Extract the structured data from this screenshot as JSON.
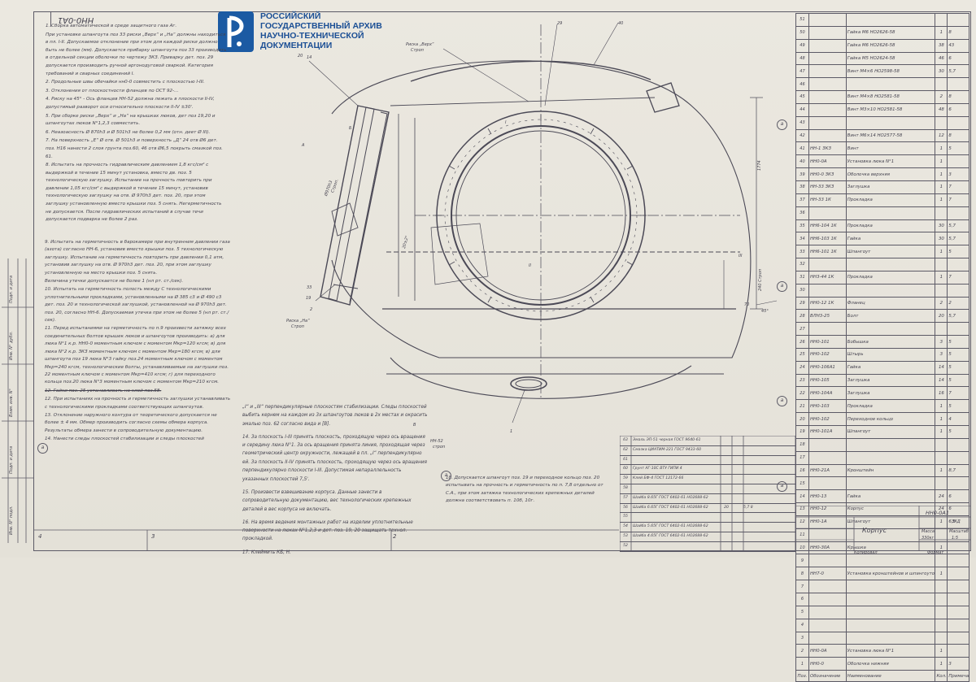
{
  "doc_number": "НН0-0А1",
  "doc_number_top": "НН0-0А1",
  "logo": {
    "lines": [
      "РОССИЙСКИЙ",
      "ГОСУДАРСТВЕННЫЙ АРХИВ",
      "НАУЧНО-ТЕХНИЧЕСКОЙ",
      "ДОКУМЕНТАЦИИ"
    ]
  },
  "notes_top": [
    "1. Сборка автоматической в среде защитного газа Аг.",
    "При установке шпангоута поз 33 риски „Верх“ и „На“ должны находиться в пл. I-II. Допускаемое отклонение при этом для каждой риски должно быть не более (мм). Допускается прибарку шпангоута поз 33 производить в отдельной секции оболочки по чертежу ЗКЗ. Приварку дет. поз. 29 допускается производить ручной аргонодуговой сваркой. Категория требований и сварных соединений I.",
    "2. Продольные швы обечайки нн0-0 совместить с плоскостью I-III.",
    "3. Отклонения от плоскостности фланцев по ОСТ 92-...",
    "4. Риску на 45° - Ось фланцев НН-52 должна лежать в плоскости II-IV, допустимый разворот оси относительно плоскости II-IV ±30'.",
    "5. При сборке риски „Верх“ и „На“ на крышках люков, дет поз 19,20 и шпангоутах люков N°1,2,3 совместить.",
    "6. Неазоасность Ø 870h3 и Ø 501h3 не более 0,2 мм (отн. деет Ø III).",
    "7. На поверхность „Е“ Ø отв. Ø 501h3 и поверхность „Д“ 24 отв Ø6 дет. поз. Н16 нанести 2 слоя грунта поз.60, 46 отв Ø6,5 покрыть смазкой поз. 61.",
    "8. Испытать на прочность гидравлическим давлением 1,8 кгс/см² с выдержкой в течение 15 минут установка, вместо дв. поз. 5 технологическую заглушку. Испытание на прочность повторить при давлении 1,05 кгс/см² с выдержкой в течение 15 минут, установив технологическую заглушку на отв. Ø 970h3 дет. поз. 20, при этом заглушку установленную вместо крышки поз. 5 снять. Негерметичность не допускается. После гидравлических испытаний в случае течи допускается подварка не более 2 раз."
  ],
  "notes_mid": [
    "9. Испытать на герметичность в барокамере при внутреннем давлении газа (азота) согласно НН-6, установив вместо крышки поз. 5 технологическую заглушку. Испытание на герметичность повторить при давлении 0,1 атм, установив заглушку на отв. Ø 970h3 дет. поз. 20, при этом заглушку установленную на место крышки поз. 5 снять.",
    "Величина утечки допускается не более 1 (нл рт. ст./сек).",
    "10. Испытать на герметичность полость между С технологическими уплотнительными прокладками, установленными на Ø 385 с3 и Ø 490 с3 дет. поз. 20 и технологической заглушкой, установленной на Ø 970h3 дет. поз. 20, согласно НН-6. Допускаемая утечка при этом не более 5 (нл рт. ст./сек).",
    "11. Перед испытаниями на герметичность по п.9 произвести затяжку всех соединительных болтов крышек люков и шпангоутов производить: а) для люка N°1 к.р. НН0-0 моментным ключом с моментом Мкр=120 кгсм; в) для люка N°2 к.р. ЗКЗ моментным ключом с моментом Мкр=180 кгсм; в) для шпангоута поз 19 люка N°3 гайку поз.24 моментным ключом с моментом Мкр=240 кгсм, технологические болты, устанавливаемые на заглушки поз. 22 моментным ключом с моментом Мкр=410 кгсм; г) для переходного кольца поз.20 люка N°3 моментным ключом с моментом Мкр=210 кгсм.",
    "12. Гайки поз. 25 устанавливать на клей поз.58.",
    "12. При испытаниях на прочность и герметичность заглушки устанавливать с технологическими прокладками соответствующих шпангоутов.",
    "13. Отклонение наружного контура от теоретического допускается не более ± 4 мм. Обмер производить согласно схемы обмера корпуса. Результаты обмера занести в сопроводительную документацию.",
    "14. Нанести следы плоскостей стабилизации и следы плоскостей"
  ],
  "notes_bottom": [
    "„I“ и „III“ перпендикулярные плоскостям стабилизации. Следы плоскостей выбить кернем на каждом из 3х шпангоутов люков в 2х местах и окрасить эмалью поз. 62 согласно вида и [В].",
    "14. За плоскость I-III принять плоскость, проходящую через ось вращения и середину люка N°1. За ось вращения принята линия, проходящая через геометрический центр окружности, лежащей в пл. „I“ перпендикулярно ей. За плоскость II-IV принять плоскость, проходящую через ось вращения перпендикулярно плоскости I-III. Допустимая непараллельность указанных плоскостей 7,5'.",
    "15. Произвести взвешивание корпуса. Данные занести в сопроводительную документацию, вес технологических крепежных деталей в вес корпуса не включать.",
    "16. На время ведения монтажных работ на изделии уплотнительные поверхности на люках N°1,2,3 и дет. поз. 19, 20 защищать технол. прокладкой.",
    "17. Клеймить КБ, Н."
  ],
  "notes_right": [
    "18. Допускается шпангоут поз. 19 и переходное кольцо поз. 20 испытывать на прочность и герметичность по п. 7,8 отдельно от С.А., при этом затяжка технологических крепежных деталей должна соответствовать п. 10б, 10г."
  ],
  "drawing_labels": {
    "vid_A": "А",
    "vid_B": "В",
    "s_b": "Б",
    "riska_verh": "Риска „Верх“",
    "riska_strop": "Строп",
    "riska_na": "Риска „На“",
    "strop": "Строп",
    "section_I": "I",
    "section_II": "II",
    "section_III": "III",
    "dim_970": "Ø970h3",
    "dim_1774": "1774",
    "dim_20": "20±2°",
    "dim_240": "240 Строп",
    "hh52": "НН-52",
    "hh52_strop": "строп",
    "angle_45": "45°",
    "strop_sym": "Строп.",
    "leader_1": "1",
    "leader_2": "2",
    "leader_19": "19",
    "leader_29": "29",
    "leader_33": "33",
    "leader_40": "40",
    "leader_20": "20",
    "leader_14": "14",
    "dim_70": "70"
  },
  "circle_marks": {
    "a1": "а",
    "a2": "а",
    "a3": "а",
    "a4": "а",
    "a5": "а",
    "a6": "а"
  },
  "spec_rows": [
    {
      "pos": "51",
      "des": "",
      "name": "",
      "q1": "",
      "q2": "",
      "note": ""
    },
    {
      "pos": "50",
      "des": "",
      "name": "Гайка М6 НО2626-58",
      "q1": "1",
      "q2": "8",
      "note": ""
    },
    {
      "pos": "49",
      "des": "",
      "name": "Гайка М6 НО2626-58",
      "q1": "38",
      "q2": "43",
      "note": ""
    },
    {
      "pos": "48",
      "des": "",
      "name": "Гайка М5 НО2624-58",
      "q1": "46",
      "q2": "6",
      "note": ""
    },
    {
      "pos": "47",
      "des": "",
      "name": "Винт М4×6 НО2598-58",
      "q1": "30",
      "q2": "5,7",
      "note": ""
    },
    {
      "pos": "46",
      "des": "",
      "name": "",
      "q1": "",
      "q2": "",
      "note": ""
    },
    {
      "pos": "45",
      "des": "",
      "name": "Винт М4×8 НО2581-58",
      "q1": "2",
      "q2": "8",
      "note": ""
    },
    {
      "pos": "44",
      "des": "",
      "name": "Винт М3×10 НО2581-58",
      "q1": "48",
      "q2": "6",
      "note": ""
    },
    {
      "pos": "43",
      "des": "",
      "name": "",
      "q1": "",
      "q2": "",
      "note": ""
    },
    {
      "pos": "42",
      "des": "",
      "name": "Винт М6×14 НО2577-58",
      "q1": "12",
      "q2": "8",
      "note": ""
    },
    {
      "pos": "41",
      "des": "НН-1 ЗКЗ",
      "name": "Винт",
      "q1": "1",
      "q2": "5",
      "note": ""
    },
    {
      "pos": "40",
      "des": "НН0-0А",
      "name": "Установка люка N°1",
      "q1": "1",
      "q2": "",
      "note": ""
    },
    {
      "pos": "39",
      "des": "НН0-0 ЗКЗ",
      "name": "Оболочка верхняя",
      "q1": "1",
      "q2": "3",
      "note": ""
    },
    {
      "pos": "38",
      "des": "НН-33 ЗКЗ",
      "name": "Заглушка",
      "q1": "1",
      "q2": "7",
      "note": ""
    },
    {
      "pos": "37",
      "des": "НН-33 1К",
      "name": "Прокладка",
      "q1": "1",
      "q2": "7",
      "note": ""
    },
    {
      "pos": "36",
      "des": "",
      "name": "",
      "q1": "",
      "q2": "",
      "note": ""
    },
    {
      "pos": "35",
      "des": "НН6-104 1К",
      "name": "Прокладка",
      "q1": "30",
      "q2": "5,7",
      "note": ""
    },
    {
      "pos": "34",
      "des": "НН6-103 1К",
      "name": "Гайка",
      "q1": "30",
      "q2": "5,7",
      "note": ""
    },
    {
      "pos": "33",
      "des": "НН6-101 1К",
      "name": "Шпангоут",
      "q1": "1",
      "q2": "5",
      "note": ""
    },
    {
      "pos": "32",
      "des": "",
      "name": "",
      "q1": "",
      "q2": "",
      "note": ""
    },
    {
      "pos": "31",
      "des": "НН3-44 1К",
      "name": "Прокладка",
      "q1": "1",
      "q2": "7",
      "note": ""
    },
    {
      "pos": "30",
      "des": "",
      "name": "",
      "q1": "",
      "q2": "",
      "note": ""
    },
    {
      "pos": "29",
      "des": "НН0-12 1К",
      "name": "Фланец",
      "q1": "2",
      "q2": "2",
      "note": ""
    },
    {
      "pos": "28",
      "des": "ВЛН3-25",
      "name": "Болт",
      "q1": "20",
      "q2": "5,7",
      "note": ""
    },
    {
      "pos": "27",
      "des": "",
      "name": "",
      "q1": "",
      "q2": "",
      "note": ""
    },
    {
      "pos": "26",
      "des": "НН0-101",
      "name": "Бобышка",
      "q1": "3",
      "q2": "5",
      "note": ""
    },
    {
      "pos": "25",
      "des": "НН0-102",
      "name": "Штырь",
      "q1": "3",
      "q2": "5",
      "note": ""
    },
    {
      "pos": "24",
      "des": "НН0-106А1",
      "name": "Гайка",
      "q1": "14",
      "q2": "5",
      "note": ""
    },
    {
      "pos": "23",
      "des": "НН0-105",
      "name": "Заглушка",
      "q1": "14",
      "q2": "5",
      "note": ""
    },
    {
      "pos": "22",
      "des": "НН0-104А",
      "name": "Заглушка",
      "q1": "16",
      "q2": "7",
      "note": ""
    },
    {
      "pos": "21",
      "des": "НН0-103",
      "name": "Прокладка",
      "q1": "1",
      "q2": "5",
      "note": ""
    },
    {
      "pos": "20",
      "des": "НН0-102",
      "name": "Переходное кольцо",
      "q1": "1",
      "q2": "4",
      "note": ""
    },
    {
      "pos": "19",
      "des": "НН0-101А",
      "name": "Шпангоут",
      "q1": "1",
      "q2": "5",
      "note": ""
    },
    {
      "pos": "18",
      "des": "",
      "name": "",
      "q1": "",
      "q2": "",
      "note": ""
    },
    {
      "pos": "17",
      "des": "",
      "name": "",
      "q1": "",
      "q2": "",
      "note": ""
    },
    {
      "pos": "16",
      "des": "НН0-21А",
      "name": "Кронштейн",
      "q1": "1",
      "q2": "8,7",
      "note": ""
    },
    {
      "pos": "15",
      "des": "",
      "name": "",
      "q1": "",
      "q2": "",
      "note": ""
    },
    {
      "pos": "14",
      "des": "НН0-13",
      "name": "Гайка",
      "q1": "24",
      "q2": "6",
      "note": ""
    },
    {
      "pos": "13",
      "des": "НН0-12",
      "name": "Корпус",
      "q1": "24",
      "q2": "6",
      "note": ""
    },
    {
      "pos": "12",
      "des": "НН0-1А",
      "name": "Шпангоут",
      "q1": "1",
      "q2": "6,5",
      "note": ""
    },
    {
      "pos": "11",
      "des": "",
      "name": "",
      "q1": "",
      "q2": "",
      "note": ""
    },
    {
      "pos": "10",
      "des": "НН0-30А",
      "name": "Крышка",
      "q1": "1",
      "q2": "",
      "note": ""
    },
    {
      "pos": "9",
      "des": "",
      "name": "",
      "q1": "",
      "q2": "",
      "note": ""
    },
    {
      "pos": "8",
      "des": "НН7-0",
      "name": "Установка кронштейнов и шпангоутов",
      "q1": "1",
      "q2": "",
      "note": ""
    },
    {
      "pos": "7",
      "des": "",
      "name": "",
      "q1": "",
      "q2": "",
      "note": ""
    },
    {
      "pos": "6",
      "des": "",
      "name": "",
      "q1": "",
      "q2": "",
      "note": ""
    },
    {
      "pos": "5",
      "des": "",
      "name": "",
      "q1": "",
      "q2": "",
      "note": ""
    },
    {
      "pos": "4",
      "des": "",
      "name": "",
      "q1": "",
      "q2": "",
      "note": ""
    },
    {
      "pos": "3",
      "des": "",
      "name": "",
      "q1": "",
      "q2": "",
      "note": ""
    },
    {
      "pos": "2",
      "des": "НН0-0А",
      "name": "Установка люка N°1",
      "q1": "1",
      "q2": "",
      "note": ""
    },
    {
      "pos": "1",
      "des": "НН0-0",
      "name": "Оболочка нижняя",
      "q1": "1",
      "q2": "3",
      "note": ""
    }
  ],
  "spec_header": {
    "pos": "Поз.",
    "des": "Обозначение",
    "name": "Наименование",
    "qty": "Кол.",
    "note": "Примечание"
  },
  "title_block": {
    "doc_no": "НН0-0А1",
    "title": "Корпус",
    "stage": "ЗКД",
    "sheet_label": "Литера",
    "mass_label": "Масса",
    "scale_label": "Масштаб",
    "scale_value": "1:5",
    "mass_value": "330кг",
    "copied": "Копировал",
    "format": "Формат"
  },
  "stamp_rows": [
    {
      "a": "63",
      "b": "Эмаль ЭП-51 черная ГОСТ 9640-61",
      "c": "",
      "d": ""
    },
    {
      "a": "62",
      "b": "Смазка ЦИАТИМ-221 ГОСТ 9433-60",
      "c": "",
      "d": ""
    },
    {
      "a": "61",
      "b": "",
      "c": "",
      "d": ""
    },
    {
      "a": "60",
      "b": "Грунт АГ-10С ВТУ ГИПИ 4",
      "c": "",
      "d": ""
    },
    {
      "a": "59",
      "b": "Клей БФ-4 ГОСТ 12172-66",
      "c": "",
      "d": ""
    },
    {
      "a": "58",
      "b": "",
      "c": "",
      "d": ""
    },
    {
      "a": "57",
      "b": "Шайба 8.65Г ГОСТ 6402-61 НО2688-62",
      "c": "",
      "d": ""
    },
    {
      "a": "56",
      "b": "Шайба 6.65Г ГОСТ 6402-61 НО2688-62",
      "c": "20",
      "d": "5,7 8"
    },
    {
      "a": "55",
      "b": "",
      "c": "",
      "d": ""
    },
    {
      "a": "54",
      "b": "Шайба 5.65Г ГОСТ 6402-61 НО2688-62",
      "c": "",
      "d": ""
    },
    {
      "a": "53",
      "b": "Шайба 4.65Г ГОСТ 6402-61 НО2688-62",
      "c": "",
      "d": ""
    },
    {
      "a": "52",
      "b": "",
      "c": "",
      "d": ""
    }
  ],
  "corner_marks": {
    "c4": "4",
    "c3": "3",
    "c2": "2"
  },
  "left_strip": [
    "Инв. N° подл.",
    "Подп. и дата",
    "Взам. инв. N°",
    "Инв. N° дубл.",
    "Подп. и дата"
  ]
}
